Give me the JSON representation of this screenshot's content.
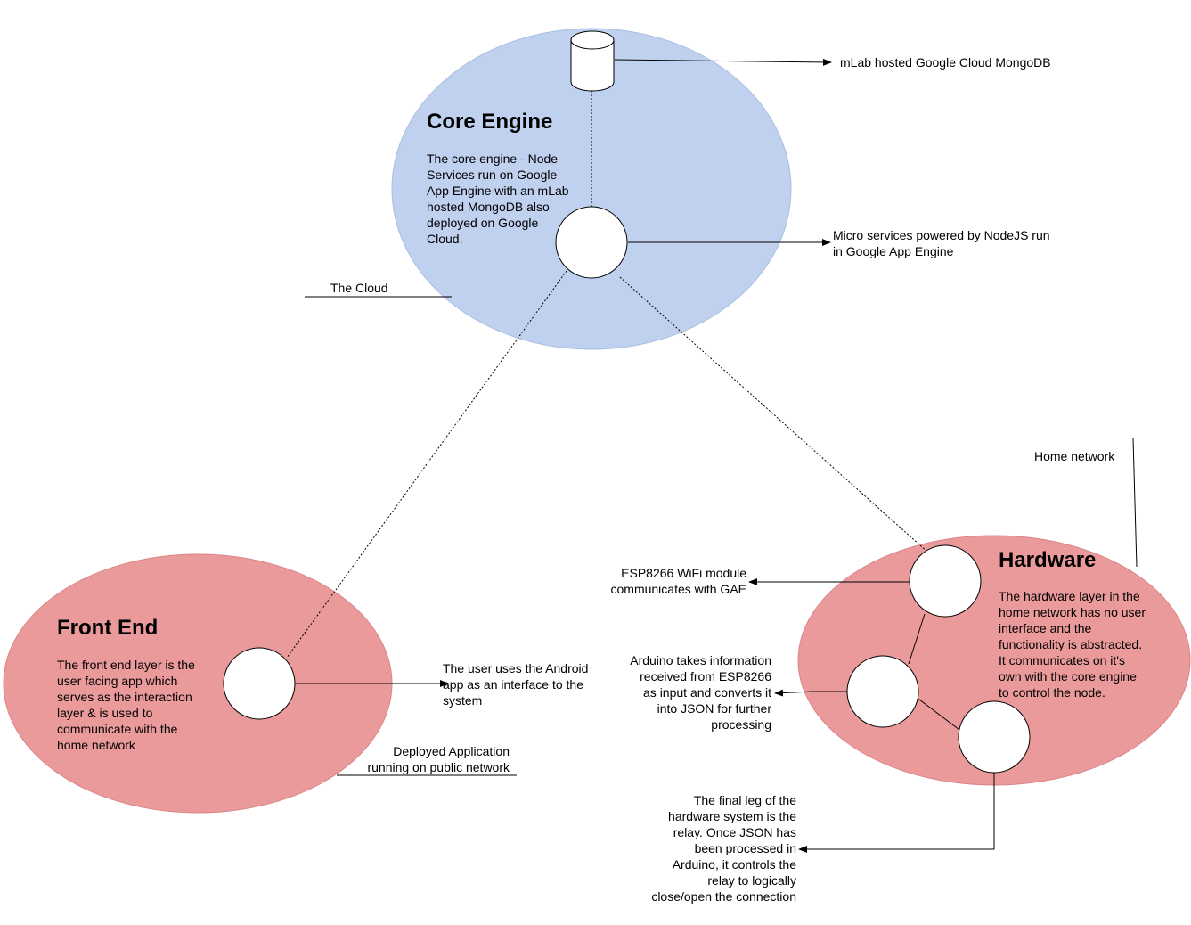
{
  "colors": {
    "cloud_fill": "#bfd1ef",
    "cloud_stroke": "#a9bedf",
    "local_fill": "#eb9a9b",
    "local_stroke": "#d98587",
    "line": "#000000"
  },
  "core_engine": {
    "title": "Core Engine",
    "description": "The core engine - Node\nServices run on Google\nApp Engine with an mLab\nhosted MongoDB also\ndeployed on Google\nCloud.",
    "db_label": "mLab hosted Google Cloud MongoDB",
    "node_label": "Micro services powered by NodeJS run\nin Google App Engine",
    "region_label": "The Cloud"
  },
  "front_end": {
    "title": "Front End",
    "description": "The front end layer is the\nuser facing app which\nserves as the interaction\nlayer & is used to\ncommunicate with the\nhome network",
    "node_label": "The user uses the Android\napp as an interface to the\nsystem",
    "region_label": "Deployed Application\nrunning on public network"
  },
  "hardware": {
    "title": "Hardware",
    "description": "The hardware layer in the\nhome network has no user\ninterface and the\nfunctionality is abstracted.\nIt communicates on it's\nown with the core engine\nto control the node.",
    "region_label": "Home network",
    "esp_label": "ESP8266 WiFi module\ncommunicates with GAE",
    "arduino_label": "Arduino takes information\nreceived from ESP8266\nas input and converts it\ninto JSON for further\nprocessing",
    "relay_label": "The final leg of the\nhardware system is the\nrelay. Once JSON has\nbeen processed in\nArduino, it controls the\nrelay to logically\nclose/open the connection"
  }
}
